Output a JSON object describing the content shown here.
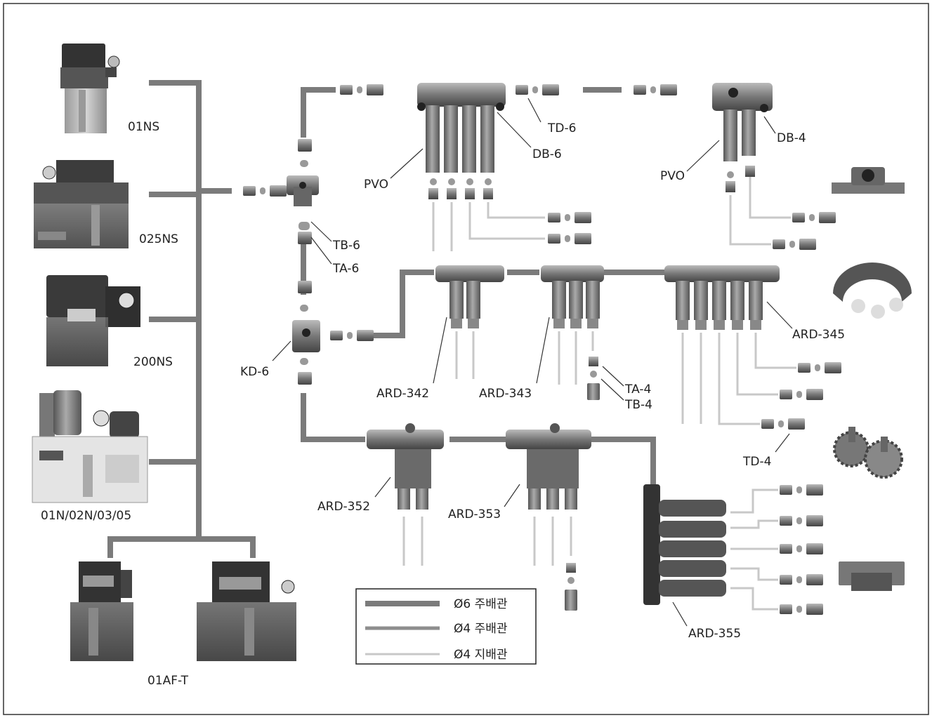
{
  "colors": {
    "background": "#ffffff",
    "frame": "#333333",
    "main_pipe_6": "#7b7b7b",
    "main_pipe_4": "#8e8e8e",
    "branch_pipe_4": "#c8c8c8",
    "metal_dark": "#4a4a4a",
    "metal_mid": "#8a8a8a",
    "metal_light": "#c0c0c0"
  },
  "pumps": {
    "p01ns": "01NS",
    "p025ns": "025NS",
    "p200ns": "200NS",
    "p01n": "01N/02N/03/05",
    "p01af": "01AF-T"
  },
  "parts": {
    "tb6": "TB-6",
    "ta6": "TA-6",
    "kd6": "KD-6",
    "pvo_left": "PVO",
    "pvo_right": "PVO",
    "db6": "DB-6",
    "td6": "TD-6",
    "db4": "DB-4",
    "ard342": "ARD-342",
    "ard343": "ARD-343",
    "ard345": "ARD-345",
    "ta4": "TA-4",
    "tb4": "TB-4",
    "td4": "TD-4",
    "ard352": "ARD-352",
    "ard353": "ARD-353",
    "ard355": "ARD-355"
  },
  "legend": {
    "main6": "Ø6 주배관",
    "main4": "Ø4 주배관",
    "branch4": "Ø4 지배관"
  }
}
